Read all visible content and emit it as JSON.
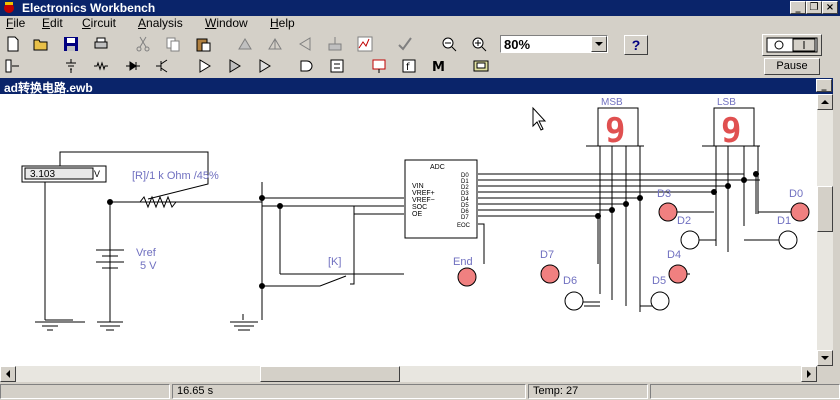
{
  "window": {
    "title": "Electronics Workbench"
  },
  "menu": [
    {
      "label": "File",
      "accel": "F",
      "rest": "ile"
    },
    {
      "label": "Edit",
      "accel": "E",
      "rest": "dit"
    },
    {
      "label": "Circuit",
      "accel": "C",
      "rest": "ircuit"
    },
    {
      "label": "Analysis",
      "accel": "A",
      "rest": "nalysis"
    },
    {
      "label": "Window",
      "accel": "W",
      "rest": "indow"
    },
    {
      "label": "Help",
      "accel": "H",
      "rest": "elp"
    }
  ],
  "toolbar": {
    "zoom_value": "80%",
    "help_label": "?",
    "pause_label": "Pause",
    "power_label": "O  I"
  },
  "document": {
    "title": "ad转换电路.ewb"
  },
  "circuit": {
    "meter_value": "3.103",
    "meter_mode": "V",
    "pot_label": "[R]/1 k Ohm /45%",
    "vref_label": "Vref",
    "vref_value": "5 V",
    "switch_label": "[K]",
    "end_label": "End",
    "adc": {
      "name": "ADC",
      "left_pins": [
        "VIN",
        "VREF+",
        "VREF−",
        "SOC",
        "OE"
      ],
      "right_pins": [
        "D0",
        "D1",
        "D2",
        "D3",
        "D4",
        "D5",
        "D6",
        "D7",
        "EOC"
      ]
    },
    "msb_label": "MSB",
    "lsb_label": "LSB",
    "msb_digit": "9",
    "lsb_digit": "9",
    "probes": [
      "D0",
      "D1",
      "D2",
      "D3",
      "D4",
      "D5",
      "D6",
      "D7"
    ]
  },
  "status": {
    "time": "16.65 s",
    "temp": "Temp:  27"
  }
}
